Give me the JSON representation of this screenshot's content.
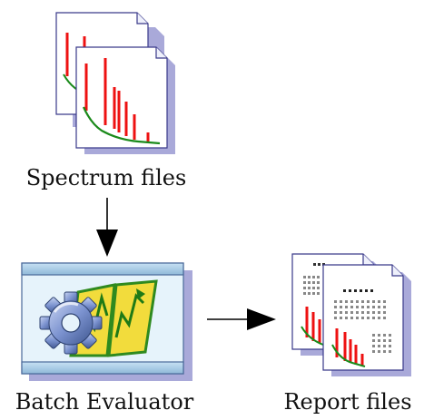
{
  "labels": {
    "spectrum_files": "Spectrum files",
    "batch_evaluator": "Batch Evaluator",
    "report_files": "Report files"
  },
  "icons": {
    "spectrum": "document-stack-icon",
    "evaluator": "application-window-gear-icon",
    "report": "report-document-stack-icon"
  },
  "colors": {
    "document_shadow": "#a9a9d9",
    "document_outline": "#3a3a8a",
    "spectrum_peaks": "#ee1111",
    "baseline_curve": "#1a8a1a",
    "window_bar": "#a9cde8",
    "window_body": "#e6f3fb",
    "gear": "#6f86c2",
    "chart_bg": "#f2dc3c",
    "chart_frame": "#2f8a1f",
    "arrow": "#000000"
  }
}
